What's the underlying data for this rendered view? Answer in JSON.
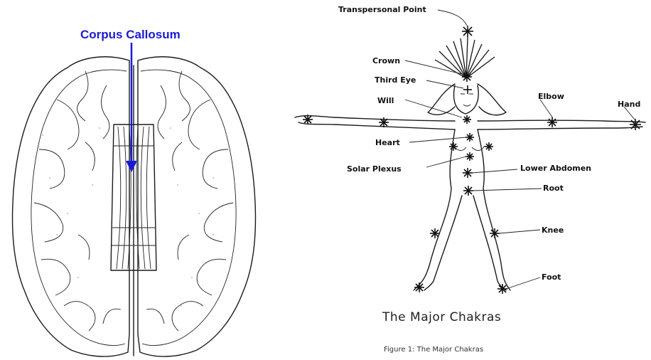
{
  "brain": {
    "label": "Corpus Callosum",
    "arrow_color": "#1a1ad6"
  },
  "chakra": {
    "title": "The Major Chakras",
    "caption": "Figure 1:  The Major Chakras",
    "labels": {
      "transpersonal": "Transpersonal Point",
      "crown": "Crown",
      "third_eye": "Third Eye",
      "will": "Will",
      "elbow": "Elbow",
      "hand": "Hand",
      "heart": "Heart",
      "solar_plexus": "Solar Plexus",
      "lower_abdomen": "Lower Abdomen",
      "root": "Root",
      "knee": "Knee",
      "foot": "Foot"
    }
  }
}
